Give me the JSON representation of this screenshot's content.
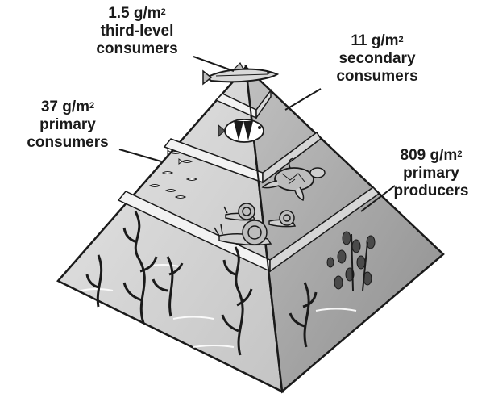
{
  "levels": [
    {
      "value": "1.5 g/m",
      "exp": "2",
      "name": "third-level",
      "name2": "consumers"
    },
    {
      "value": "11 g/m",
      "exp": "2",
      "name": "secondary",
      "name2": "consumers"
    },
    {
      "value": "37 g/m",
      "exp": "2",
      "name": "primary",
      "name2": "consumers"
    },
    {
      "value": "809 g/m",
      "exp": "2",
      "name": "primary",
      "name2": "producers"
    }
  ],
  "colors": {
    "outline": "#1a1a1a",
    "left_face": "#d4d4d4",
    "right_face": "#a9a9a9",
    "band": "#efefef"
  }
}
